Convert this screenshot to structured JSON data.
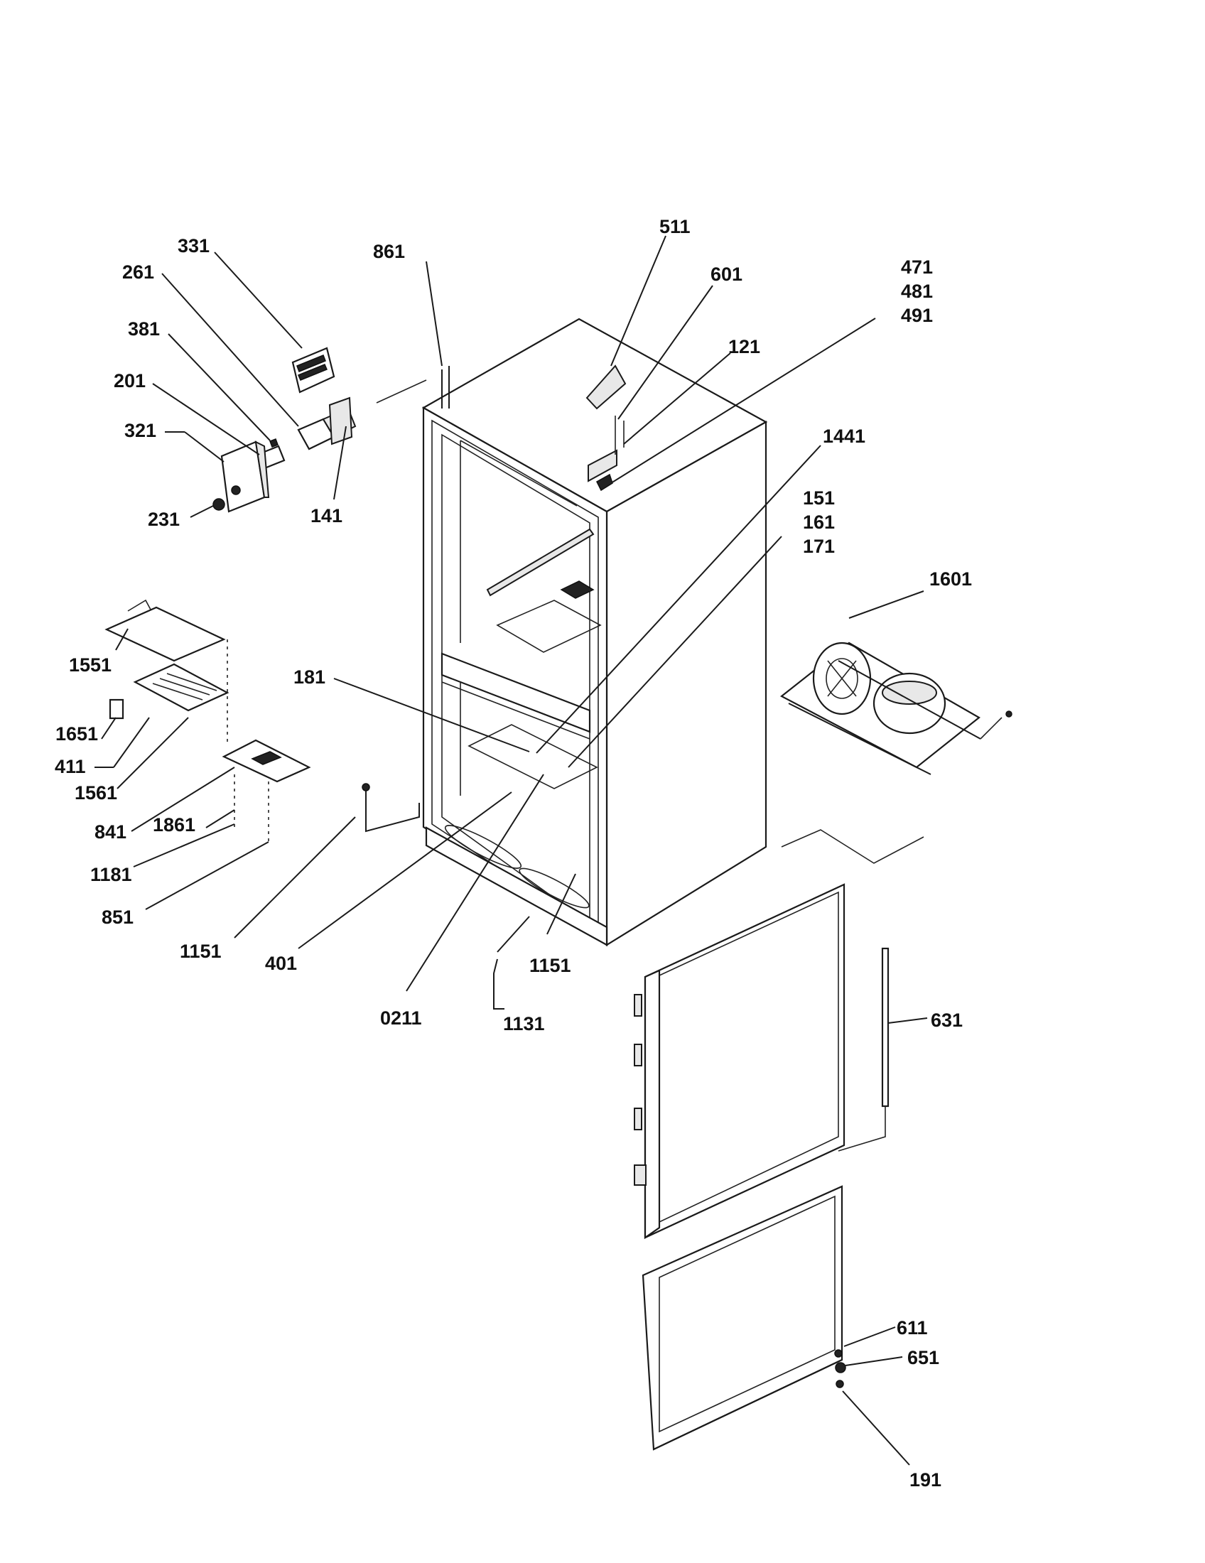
{
  "callouts": [
    {
      "id": "c331",
      "text": "331"
    },
    {
      "id": "c261",
      "text": "261"
    },
    {
      "id": "c381",
      "text": "381"
    },
    {
      "id": "c201",
      "text": "201"
    },
    {
      "id": "c321",
      "text": "321"
    },
    {
      "id": "c231",
      "text": "231"
    },
    {
      "id": "c141",
      "text": "141"
    },
    {
      "id": "c861",
      "text": "861"
    },
    {
      "id": "c511",
      "text": "511"
    },
    {
      "id": "c601",
      "text": "601"
    },
    {
      "id": "c121",
      "text": "121"
    },
    {
      "id": "c471",
      "text": "471"
    },
    {
      "id": "c481",
      "text": "481"
    },
    {
      "id": "c491",
      "text": "491"
    },
    {
      "id": "c1441",
      "text": "1441"
    },
    {
      "id": "c151",
      "text": "151"
    },
    {
      "id": "c161",
      "text": "161"
    },
    {
      "id": "c171",
      "text": "171"
    },
    {
      "id": "c1601",
      "text": "1601"
    },
    {
      "id": "c1551",
      "text": "1551"
    },
    {
      "id": "c1651",
      "text": "1651"
    },
    {
      "id": "c411",
      "text": "411"
    },
    {
      "id": "c1561",
      "text": "1561"
    },
    {
      "id": "c181",
      "text": "181"
    },
    {
      "id": "c841",
      "text": "841"
    },
    {
      "id": "c1861",
      "text": "1861"
    },
    {
      "id": "c1181",
      "text": "1181"
    },
    {
      "id": "c851",
      "text": "851"
    },
    {
      "id": "c1151a",
      "text": "1151"
    },
    {
      "id": "c401",
      "text": "401"
    },
    {
      "id": "c1151b",
      "text": "1151"
    },
    {
      "id": "c0211",
      "text": "0211"
    },
    {
      "id": "c1131",
      "text": "1131"
    },
    {
      "id": "c631",
      "text": "631"
    },
    {
      "id": "c611",
      "text": "611"
    },
    {
      "id": "c651",
      "text": "651"
    },
    {
      "id": "c191",
      "text": "191"
    }
  ]
}
